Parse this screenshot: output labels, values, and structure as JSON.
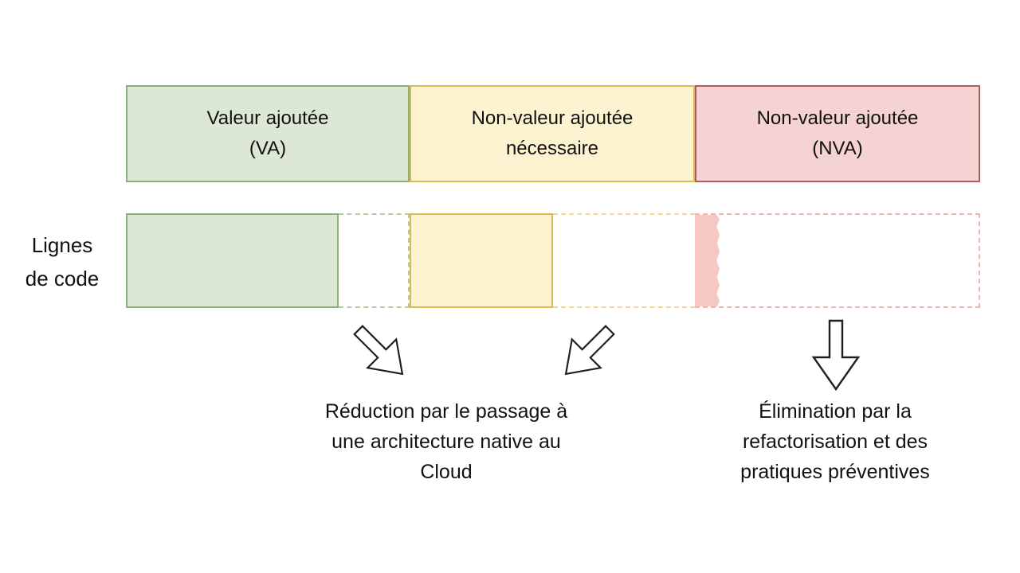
{
  "background": "#ffffff",
  "text_color": "#111111",
  "header": {
    "zones": [
      {
        "id": "va",
        "label": "Valeur ajoutée\n(VA)",
        "fill": "#dce8d3",
        "border": "#8fae7e"
      },
      {
        "id": "nva-necessaire",
        "label": "Non-valeur ajoutée\nnécessaire",
        "fill": "#fdf3d0",
        "border": "#d6bc52"
      },
      {
        "id": "nva",
        "label": "Non-valeur ajoutée\n(NVA)",
        "fill": "#f5d3d2",
        "border": "#b25c5a"
      }
    ]
  },
  "code_row": {
    "label": "Lignes\nde code",
    "segments": [
      {
        "id": "va-restant",
        "type": "solid",
        "fill": "#dce8d3",
        "border": "#8fae7e"
      },
      {
        "id": "va-reduit",
        "type": "dashed",
        "border": "#aecfa3"
      },
      {
        "id": "nva-necessaire-restant",
        "type": "solid",
        "fill": "#fdf3d0",
        "border": "#d6bc52"
      },
      {
        "id": "nva-necessaire-reduit",
        "type": "dashed",
        "border": "#f2d88c"
      },
      {
        "id": "nva-restant",
        "type": "strip",
        "fill": "#f5c8c4"
      },
      {
        "id": "nva-elimine",
        "type": "dashed",
        "border": "#efb4ae"
      }
    ]
  },
  "arrows": [
    {
      "id": "arrow-down-right",
      "direction": "down-right",
      "fill": "#ffffff",
      "stroke": "#1f1f1f"
    },
    {
      "id": "arrow-down-left",
      "direction": "down-left",
      "fill": "#ffffff",
      "stroke": "#1f1f1f"
    },
    {
      "id": "arrow-down",
      "direction": "down",
      "fill": "#ffffff",
      "stroke": "#1f1f1f"
    }
  ],
  "annotations": [
    {
      "id": "cloud-native",
      "text": "Réduction par le passage à\nune architecture native au\nCloud"
    },
    {
      "id": "refactoring",
      "text": "Élimination par la\nrefactorisation et des\npratiques préventives"
    }
  ]
}
